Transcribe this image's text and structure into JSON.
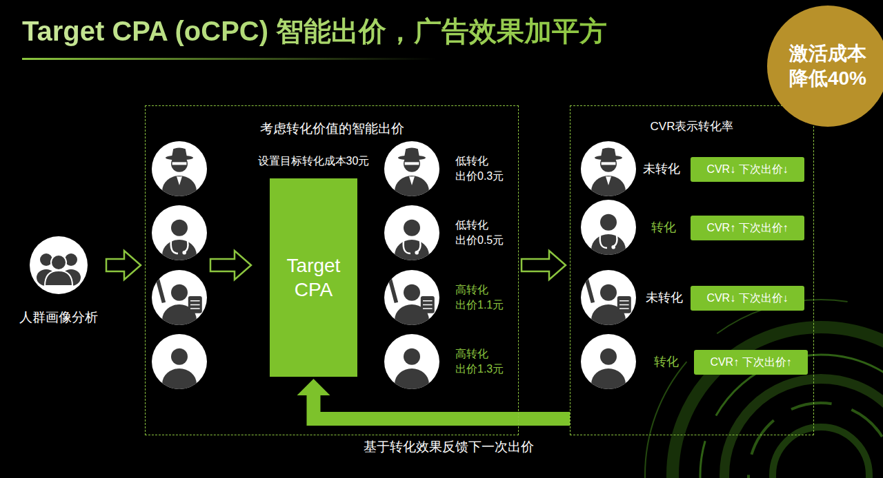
{
  "diagram": {
    "title": "Target CPA (oCPC) 智能出价，广告效果加平方",
    "nodes": [
      {
        "text": [
          "人群画像分析"
        ]
      },
      {
        "text": [
          "考虑转化价值的智能出价"
        ]
      },
      {
        "text": [
          "设置目标转化成本30元",
          "Target CPA"
        ],
        "in": 1
      },
      {
        "text": [
          "CVR表示转化率"
        ]
      },
      {
        "text": [
          "CVR↓ 下次出价↓"
        ],
        "in": 3
      },
      {
        "text": [
          "CVR↑ 下次出价↑"
        ],
        "in": 3
      },
      {
        "text": [
          "CVR↓ 下次出价↓"
        ],
        "in": 3
      },
      {
        "text": [
          "CVR↑ 下次出价↑"
        ],
        "in": 3
      },
      {
        "text": [
          "激活成本 降低40%"
        ]
      }
    ],
    "edges": [
      {
        "from": 0,
        "to": 1,
        "arrow": "to"
      },
      {
        "from": 1,
        "to": 3,
        "arrow": "to"
      },
      {
        "from": 3,
        "to": 2,
        "label": "基于转化效果反馈下一次出价",
        "arrow": "to"
      }
    ],
    "labels": [
      "低转化 出价0.3元",
      "低转化 出价0.5元",
      "高转化 出价1.1元",
      "高转化 出价1.3元",
      "未转化",
      "转化",
      "未转化",
      "转化"
    ]
  }
}
